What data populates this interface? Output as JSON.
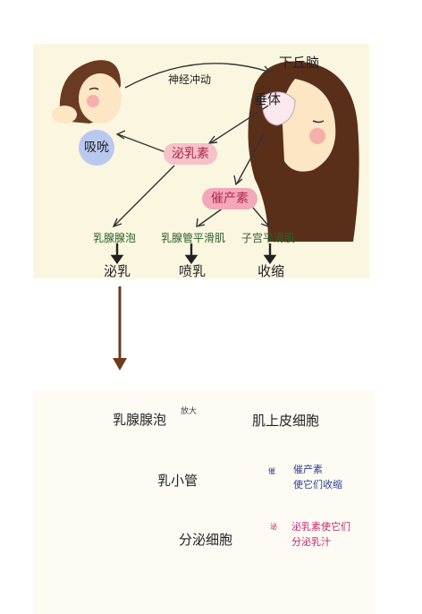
{
  "top": {
    "nerve_impulse": "神经冲动",
    "hypothalamus": "下丘脑",
    "pituitary": "垂体",
    "suckling": "吸吮",
    "prolactin": "泌乳素",
    "oxytocin": "催产素",
    "alveoli": "乳腺腺泡",
    "duct_muscle": "乳腺管平滑肌",
    "uterus_muscle": "子宫平滑肌",
    "lactation": "泌乳",
    "milk_ejection": "喷乳",
    "contraction": "收缩"
  },
  "bottom": {
    "alveoli": "乳腺腺泡",
    "enlarge": "放大",
    "myoepithelial": "肌上皮细胞",
    "ductule": "乳小管",
    "secretory_cell": "分泌细胞",
    "oxytocin_note_1": "催产素",
    "oxytocin_note_2": "使它们收缩",
    "prolactin_note_1": "泌乳素使它们",
    "prolactin_note_2": "分泌乳汁",
    "oxytocin_char": "催",
    "prolactin_char": "泌"
  },
  "colors": {
    "prolactin_pill": "#f6c1c8",
    "oxytocin_pill": "#f2a8b8",
    "suckle_circle": "#b9c8ef",
    "arrow_down": "#6b3d1e",
    "hair": "#5a2f1a"
  }
}
